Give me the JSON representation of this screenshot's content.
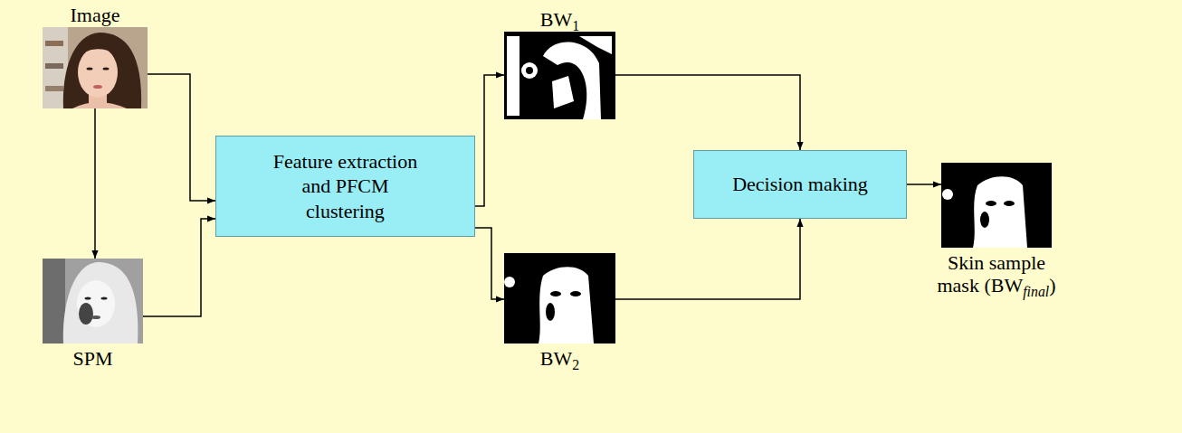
{
  "diagram": {
    "nodes": [
      {
        "text": [
          "Image"
        ]
      },
      {
        "text": [
          "SPM"
        ]
      },
      {
        "text": [
          "Feature extraction and PFCM clustering"
        ]
      },
      {
        "text": [
          "BW1"
        ]
      },
      {
        "text": [
          "BW2"
        ]
      },
      {
        "text": [
          "Decision making"
        ]
      },
      {
        "text": [
          "Skin sample mask (BWfinal)"
        ]
      }
    ],
    "edges": [
      {
        "from": 0,
        "to": 1,
        "arrow": "to"
      },
      {
        "from": 0,
        "to": 2,
        "arrow": "to"
      },
      {
        "from": 1,
        "to": 2,
        "arrow": "to"
      },
      {
        "from": 2,
        "to": 3,
        "arrow": "to"
      },
      {
        "from": 2,
        "to": 4,
        "arrow": "to"
      },
      {
        "from": 3,
        "to": 5,
        "arrow": "to"
      },
      {
        "from": 4,
        "to": 5,
        "arrow": "to"
      },
      {
        "from": 5,
        "to": 6,
        "arrow": "to"
      }
    ]
  }
}
